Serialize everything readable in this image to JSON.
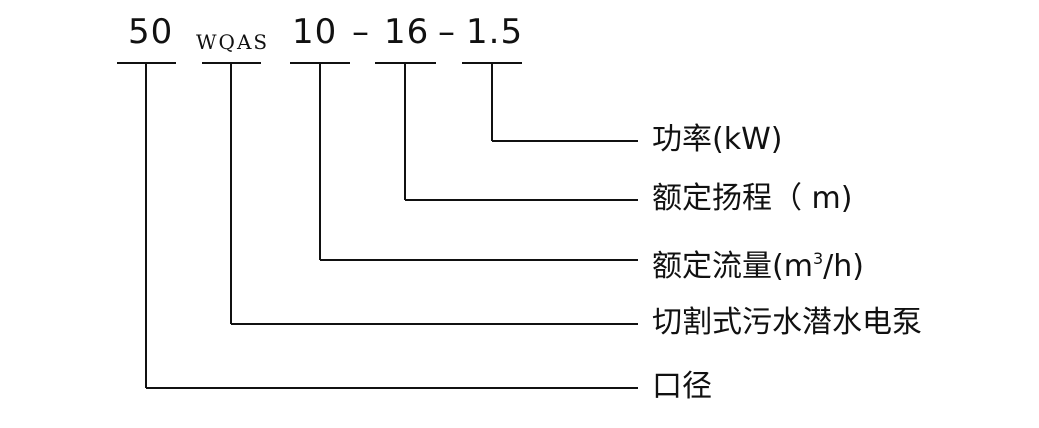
{
  "code": {
    "diameter": "50",
    "series": "WQAS",
    "flow": "10",
    "sep1": "–",
    "head": "16",
    "sep2": "–",
    "power": "1.5"
  },
  "labels": {
    "power": "功率(kW)",
    "head": "额定扬程（ m)",
    "flow_prefix": "额定流量(m",
    "flow_sup": "3",
    "flow_suffix": "/h)",
    "series": "切割式污水潜水电泵",
    "diameter": "口径"
  }
}
